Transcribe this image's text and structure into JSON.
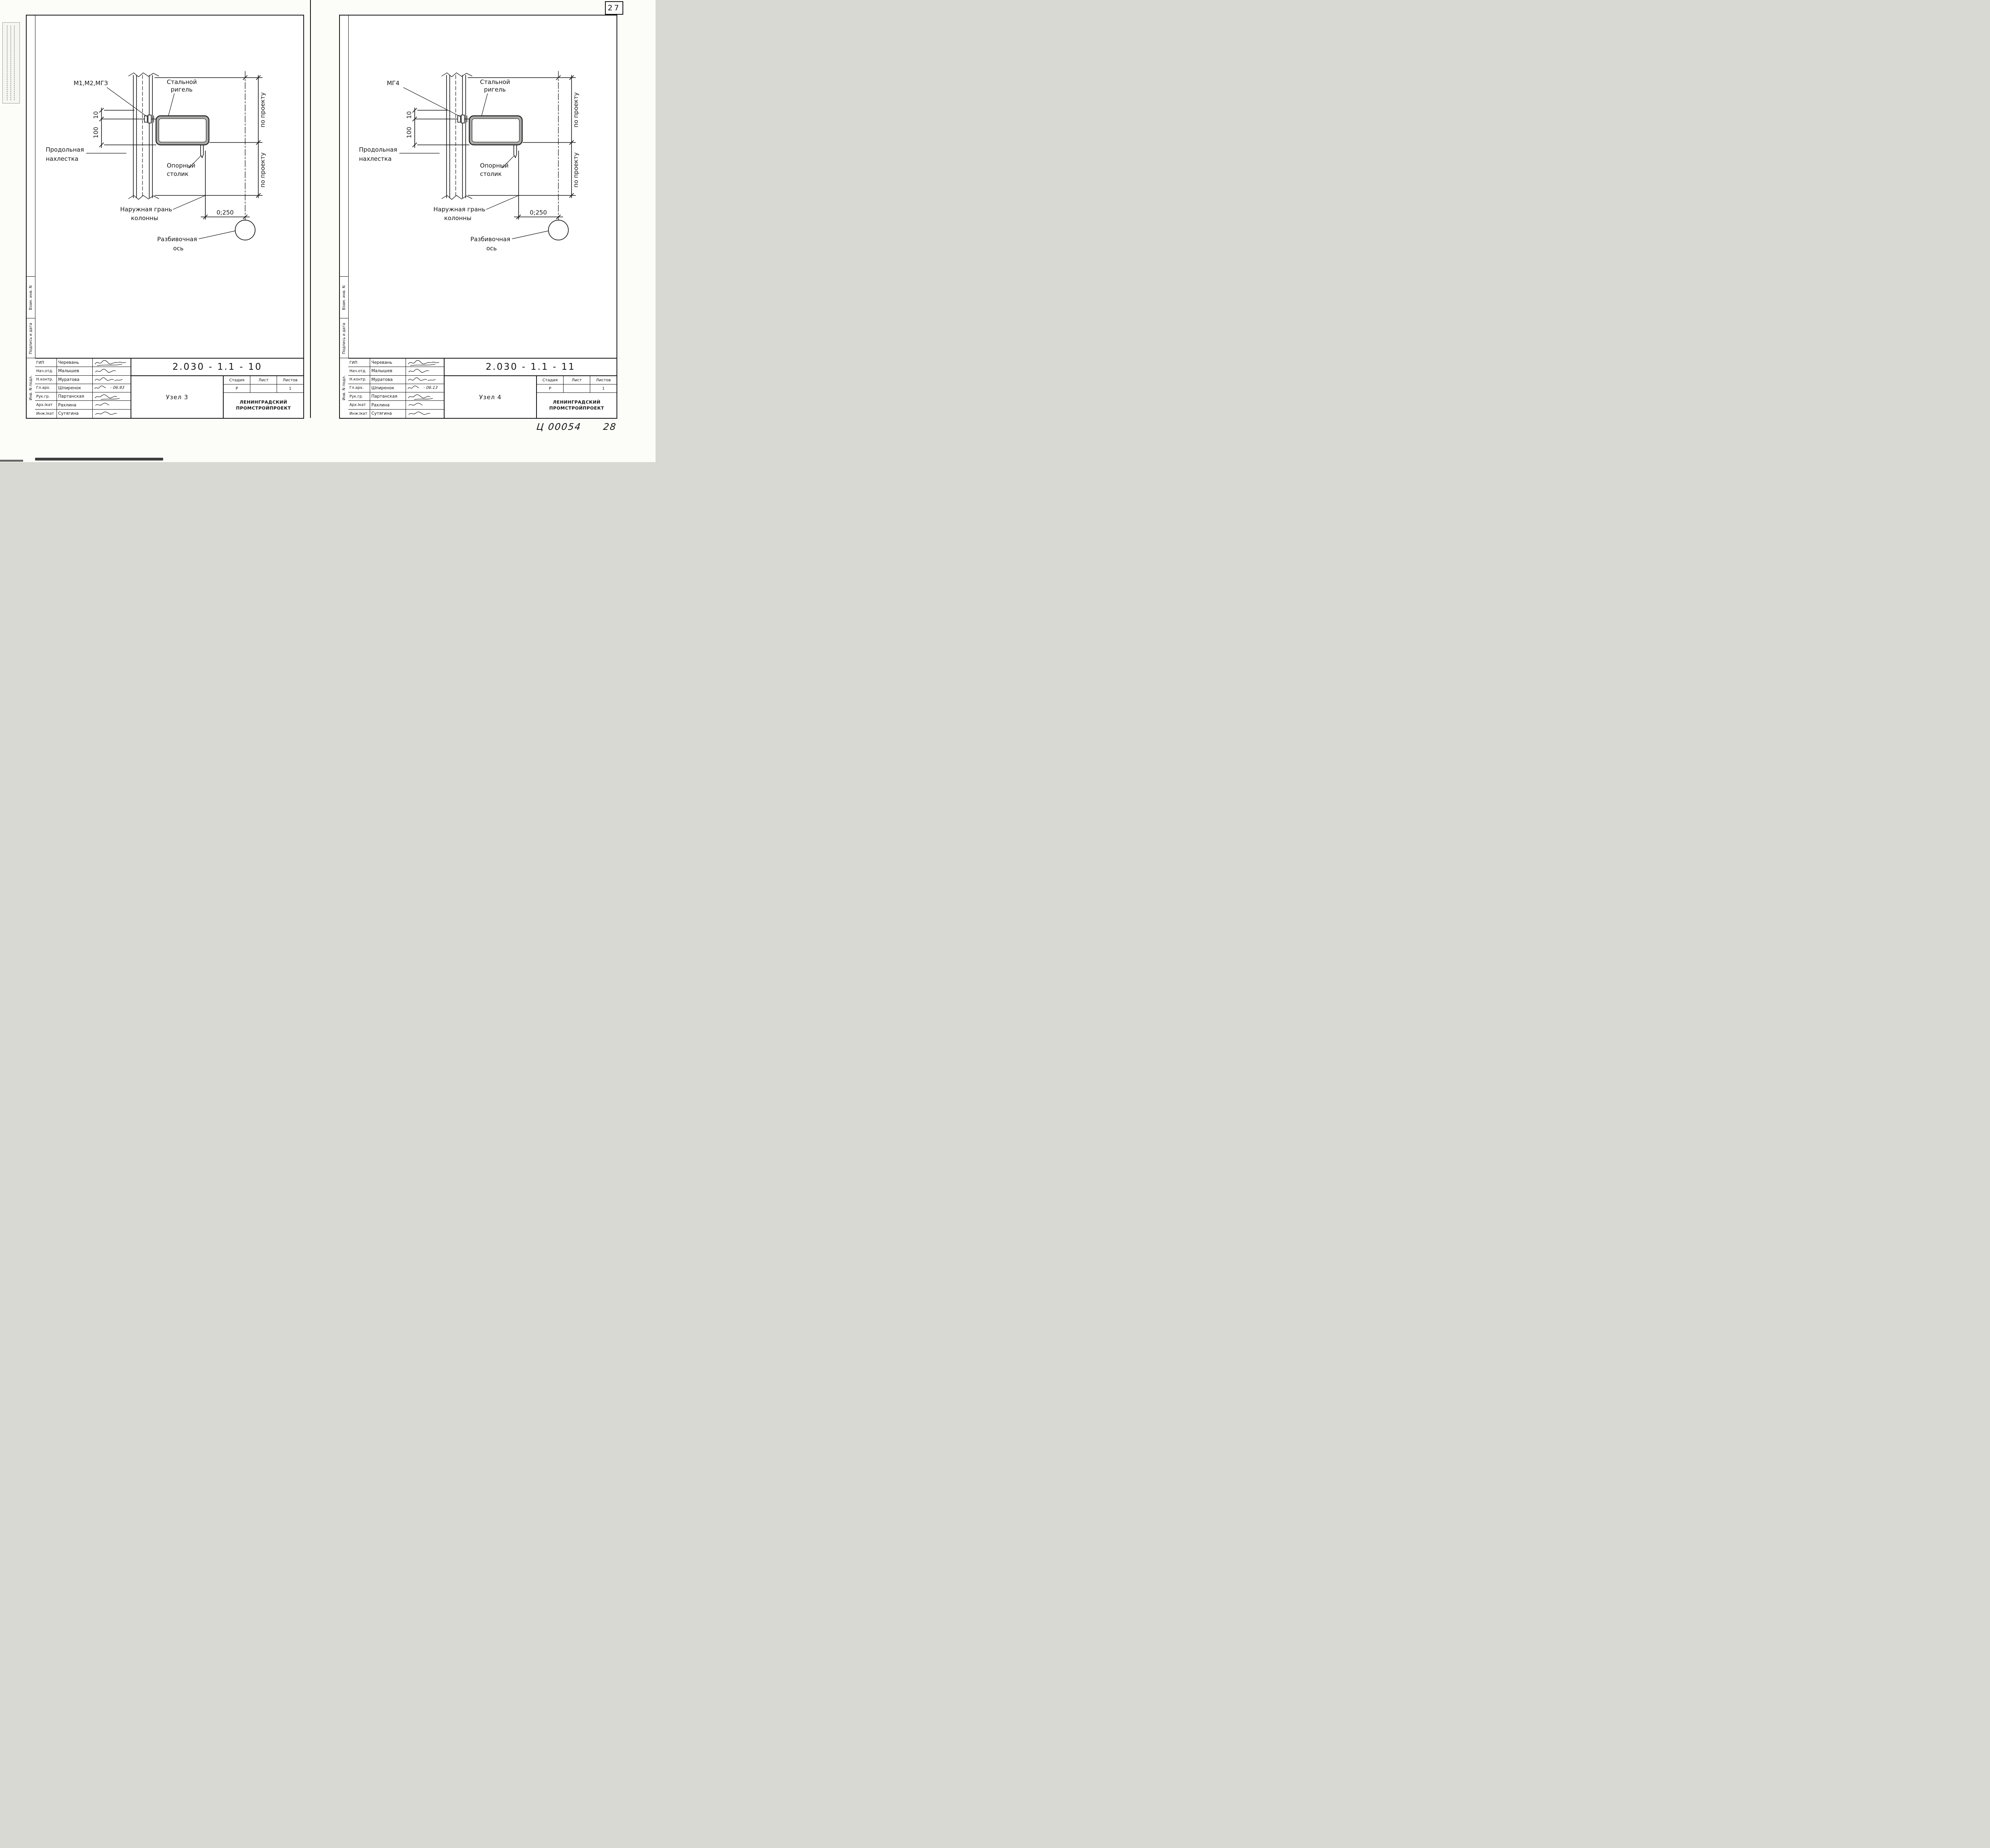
{
  "page": {
    "page_number": "27",
    "footer_code": "Ц 00054",
    "footer_page": "28"
  },
  "side": {
    "vzam": "Взам. инв. N",
    "podpis": "Подпись и дата",
    "inv": "Инв. N подл."
  },
  "drawing": {
    "steel1": "Стальной",
    "steel2": "ригель",
    "overlap1": "Продольная",
    "overlap2": "нахлестка",
    "support1": "Опорный",
    "support2": "столик",
    "face1": "Наружная грань",
    "face2": "колонны",
    "axis1": "Разбивочная",
    "axis2": "ось",
    "dim10": "10",
    "dim100": "100",
    "dim250": "0;250",
    "project": "по проекту"
  },
  "titleblock": {
    "rows": [
      {
        "role": "ГИП",
        "name": "Черевань"
      },
      {
        "role": "Нач.отд.",
        "name": "Малышев"
      },
      {
        "role": "Н.контр.",
        "name": "Муратова"
      },
      {
        "role": "Гл.арх.",
        "name": "Шпиренок"
      },
      {
        "role": "Рук.гр.",
        "name": "Партанская"
      },
      {
        "role": "Арх.Iкат",
        "name": "Рахлина"
      },
      {
        "role": "Инж.Iкат",
        "name": "Сутягина"
      }
    ],
    "stage_h": "Стадия",
    "sheet_h": "Лист",
    "sheets_h": "Листов",
    "stage": "Р",
    "sheets": "1",
    "org1": "ЛЕНИНГРАДСКИЙ",
    "org2": "ПРОМСТРОЙПРОЕКТ"
  },
  "sheet0": {
    "mark": "М1,М2,МГЗ",
    "number": "2.030 - 1.1 - 10",
    "node": "Узел 3",
    "date": "- 06.93"
  },
  "sheet1": {
    "mark": "МГ4",
    "number": "2.030 - 1.1 - 11",
    "node": "Узел 4",
    "date": "- 06.13"
  }
}
